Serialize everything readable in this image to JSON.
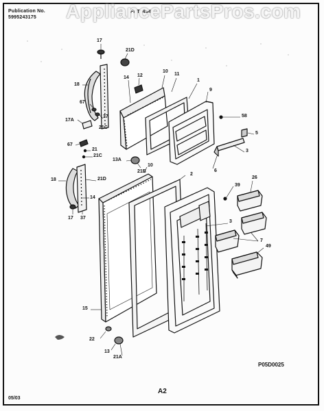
{
  "header": {
    "publication_label": "Publication No.",
    "publication_number": "5995243175",
    "model": "FRT24S4",
    "watermark": "AppliancePartsPros.com"
  },
  "footer": {
    "diagram_code": "P05D0025",
    "page": "A2",
    "date": "05/03"
  },
  "labels": [
    "17",
    "21D",
    "18",
    "12",
    "10",
    "11",
    "14",
    "1",
    "9",
    "67",
    "37",
    "21C",
    "17A",
    "58",
    "5",
    "67",
    "21",
    "21C",
    "3",
    "13A",
    "21B",
    "10",
    "6",
    "21D",
    "18",
    "2",
    "39",
    "26",
    "14",
    "17",
    "37",
    "3",
    "7",
    "49",
    "15",
    "22",
    "13",
    "21A"
  ],
  "colors": {
    "ink": "#111111",
    "paper": "#fcfcfc"
  }
}
